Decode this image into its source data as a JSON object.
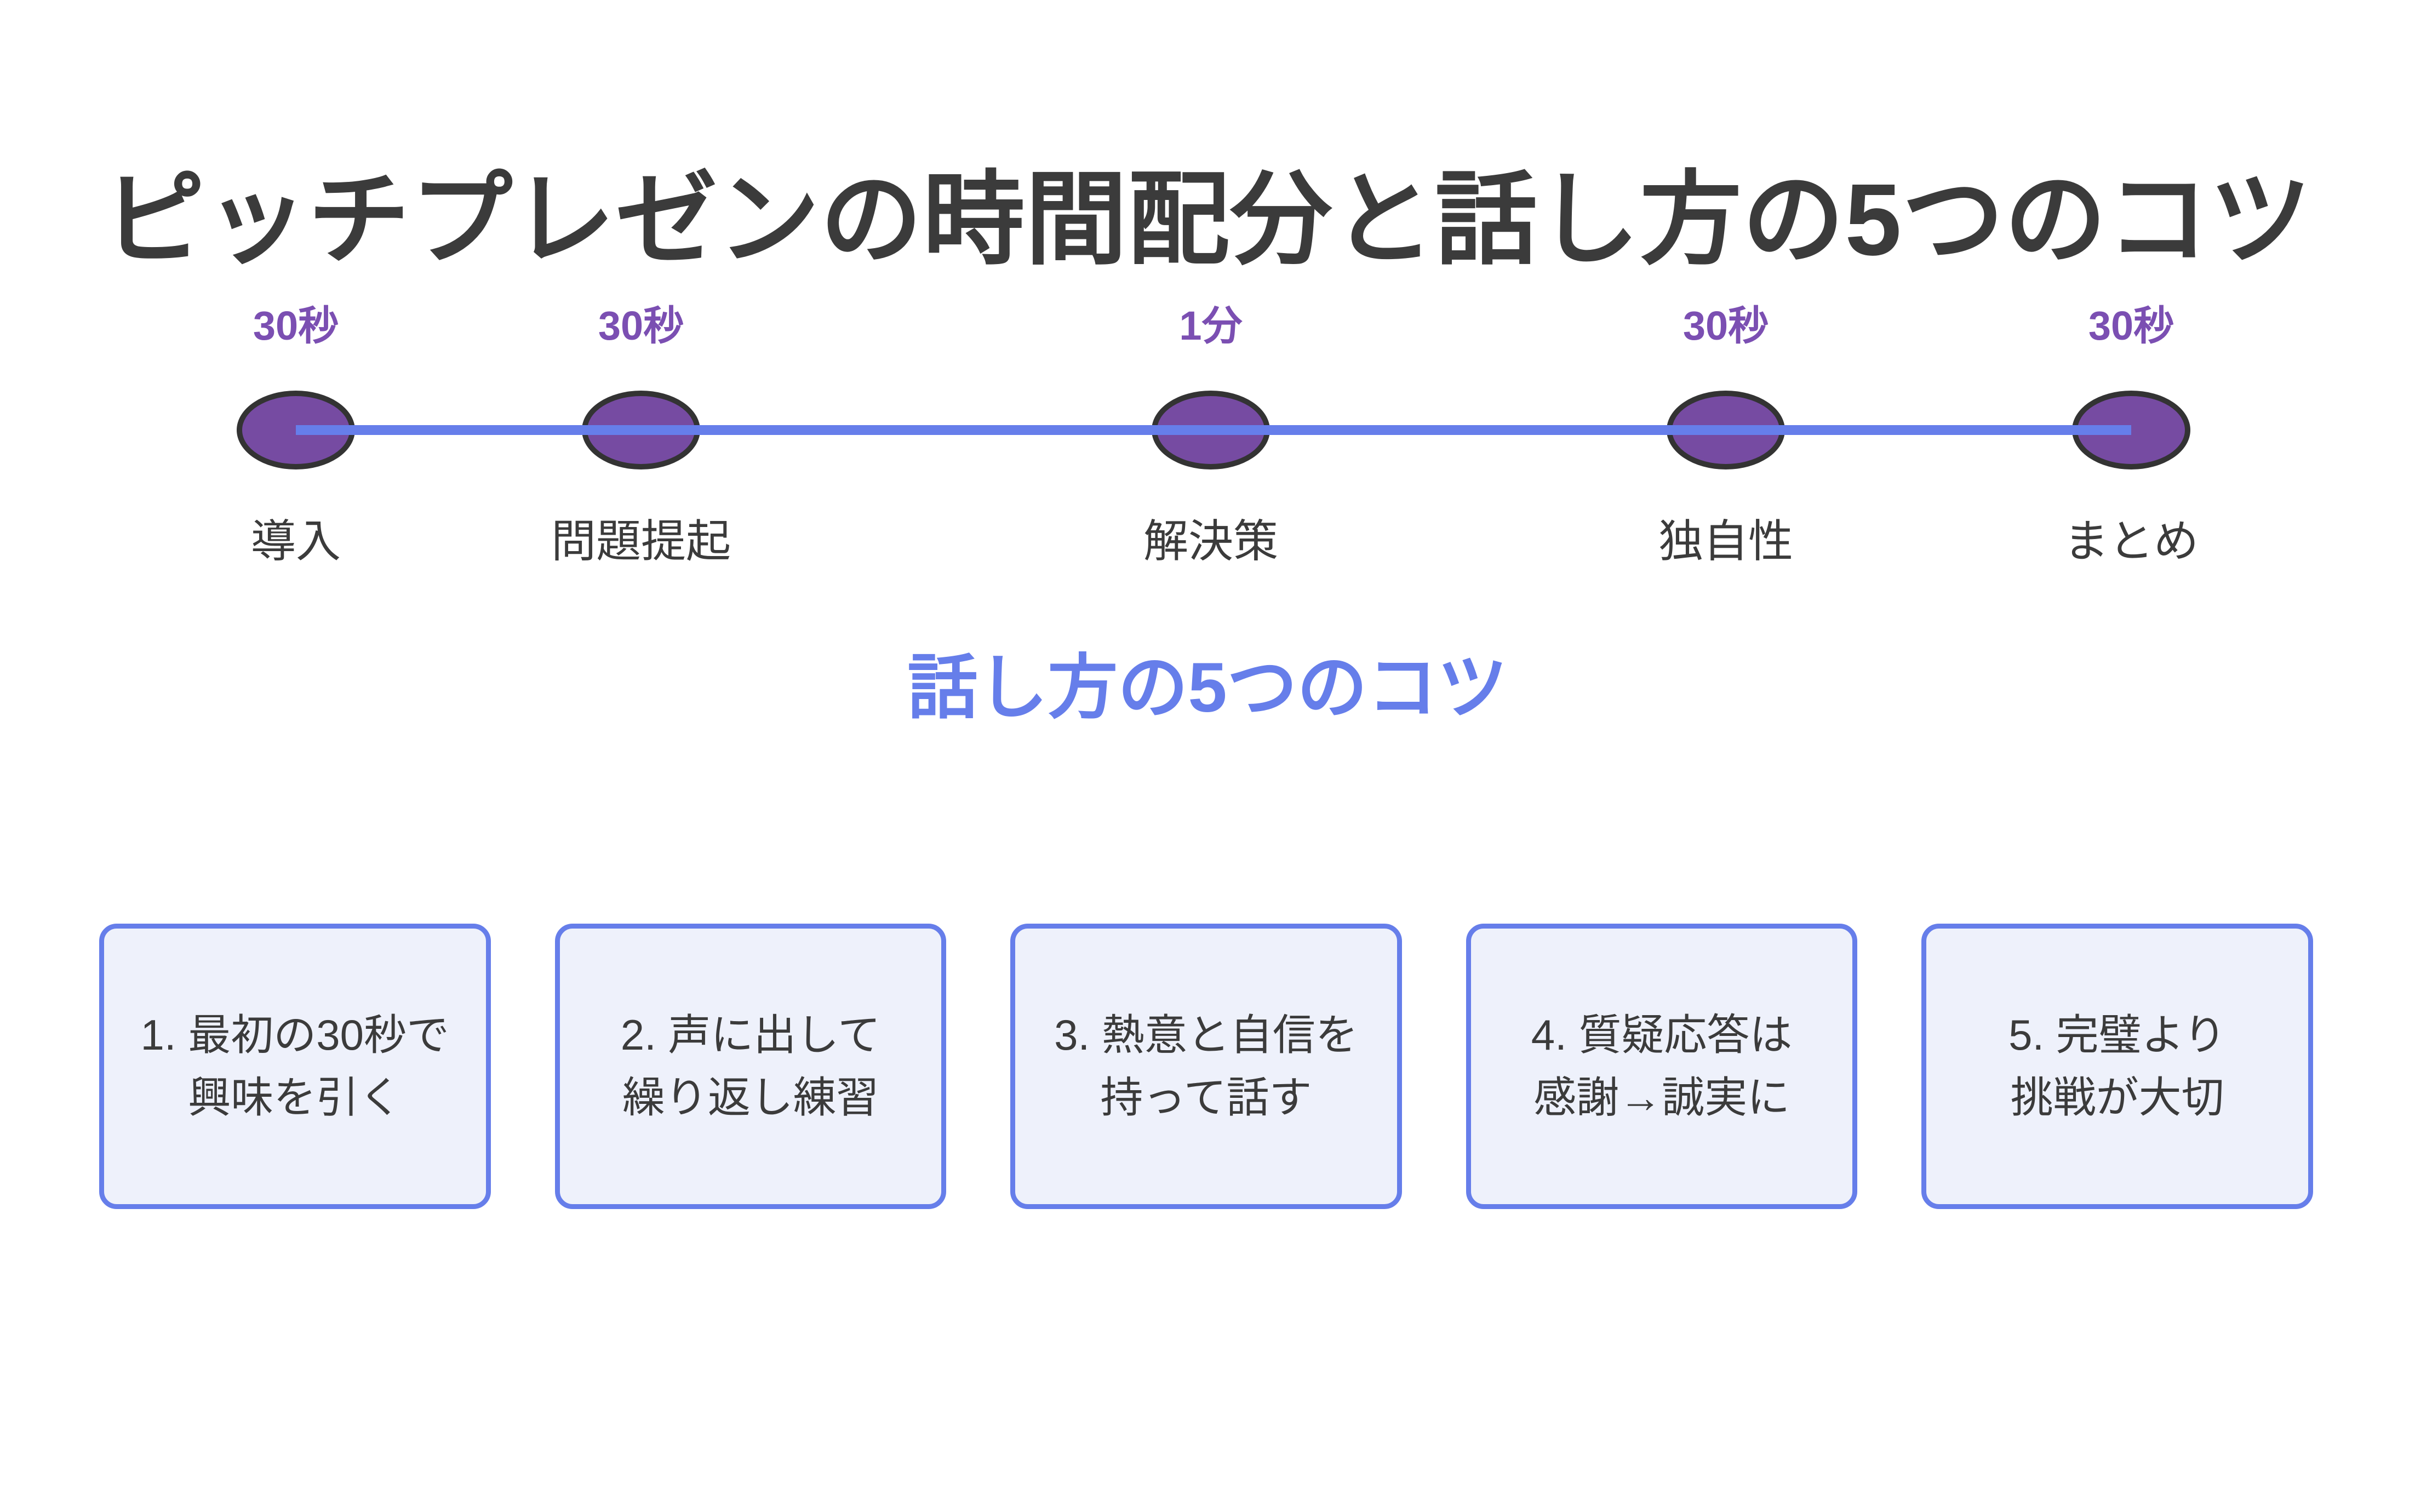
{
  "page": {
    "title": "ピッチプレゼンの時間配分と話し方の5つのコツ",
    "subtitle": "話し方の5つのコツ"
  },
  "colors": {
    "accent_blue": "#667eea",
    "node_fill_purple": "#764ba2",
    "duration_purple": "#7b4fb2",
    "text_dark": "#3b3b3b",
    "box_background": "#eef1fb",
    "node_border_dark": "#333333",
    "page_background": "#ffffff"
  },
  "timeline": {
    "stages": [
      {
        "duration": "30秒",
        "label": "導入"
      },
      {
        "duration": "30秒",
        "label": "問題提起"
      },
      {
        "duration": "1分",
        "label": "解決策"
      },
      {
        "duration": "30秒",
        "label": "独自性"
      },
      {
        "duration": "30秒",
        "label": "まとめ"
      }
    ]
  },
  "tips": [
    {
      "line1": "1. 最初の30秒で",
      "line2": "興味を引く"
    },
    {
      "line1": "2. 声に出して",
      "line2": "繰り返し練習"
    },
    {
      "line1": "3. 熱意と自信を",
      "line2": "持って話す"
    },
    {
      "line1": "4. 質疑応答は",
      "line2": "感謝→誠実に"
    },
    {
      "line1": "5. 完璧より",
      "line2": "挑戦が大切"
    }
  ]
}
